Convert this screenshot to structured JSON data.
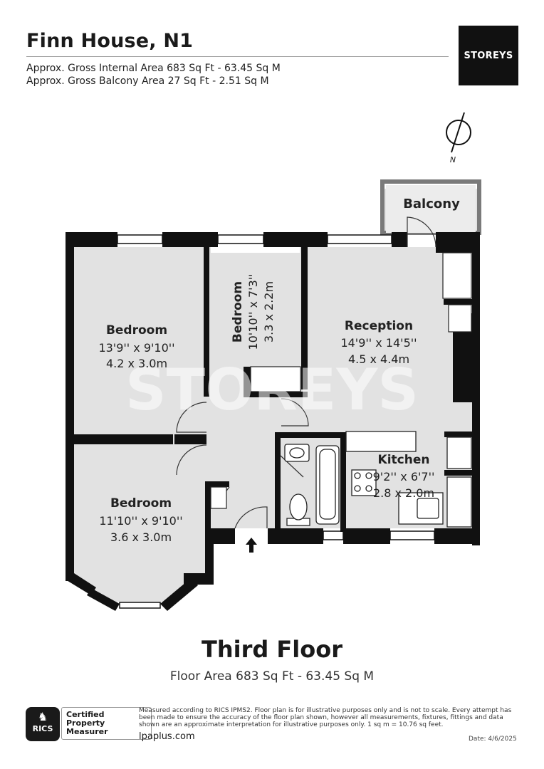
{
  "header": {
    "title": "Finn House, N1",
    "gross_internal": "Approx. Gross Internal Area 683 Sq Ft - 63.45 Sq M",
    "gross_balcony": "Approx. Gross Balcony Area 27 Sq Ft - 2.51 Sq M",
    "brand": "STOREYS"
  },
  "compass": {
    "label": "N"
  },
  "watermark": "STOREYS",
  "rooms": {
    "bedroom1": {
      "name": "Bedroom",
      "imperial": "13'9'' x 9'10''",
      "metric": "4.2 x 3.0m"
    },
    "bedroom2": {
      "name": "Bedroom",
      "imperial": "10'10'' x 7'3''",
      "metric": "3.3 x 2.2m"
    },
    "bedroom3": {
      "name": "Bedroom",
      "imperial": "11'10'' x 9'10''",
      "metric": "3.6 x 3.0m"
    },
    "reception": {
      "name": "Reception",
      "imperial": "14'9'' x 14'5''",
      "metric": "4.5 x 4.4m"
    },
    "kitchen": {
      "name": "Kitchen",
      "imperial": "9'2'' x 6'7''",
      "metric": "2.8 x 2.0m"
    },
    "balcony": {
      "name": "Balcony"
    }
  },
  "floor": {
    "title": "Third Floor",
    "area": "Floor Area 683 Sq Ft - 63.45 Sq M"
  },
  "footer": {
    "rics_logo": "RICS",
    "certified": [
      "Certified",
      "Property",
      "Measurer"
    ],
    "disclaimer": "Measured according to RICS IPMS2. Floor plan is for illustrative purposes only and is not to scale. Every attempt has been made to ensure the accuracy of the floor plan shown, however all measurements, fixtures, fittings and data shown are an approximate interpretation for illustrative purposes only. 1 sq m = 10.76 sq feet.",
    "website": "lpaplus.com",
    "date": "Date: 4/6/2025"
  }
}
